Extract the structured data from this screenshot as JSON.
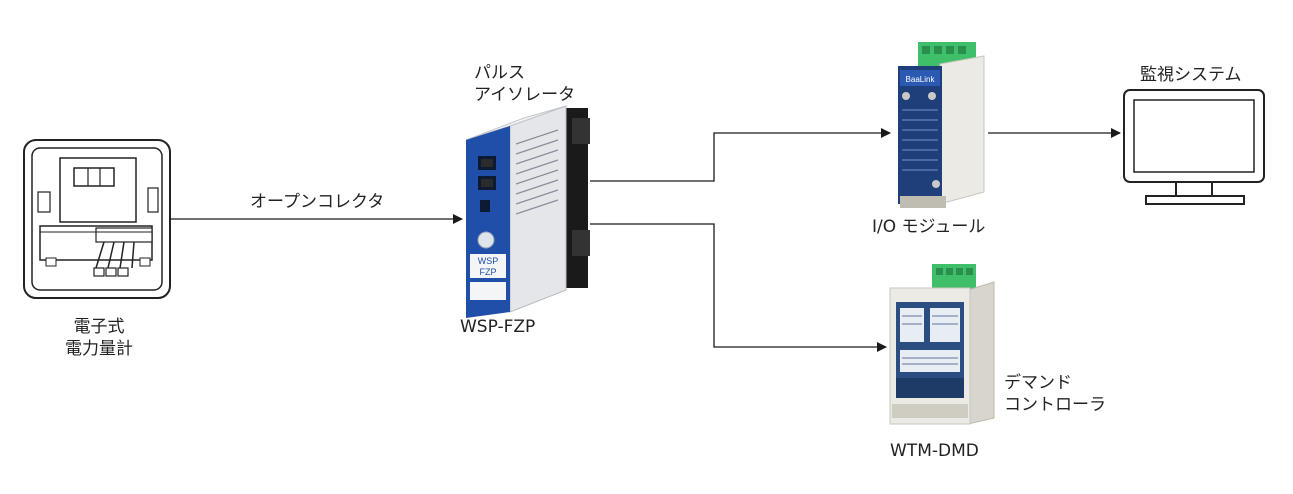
{
  "diagram": {
    "nodes": {
      "meter": {
        "label_line1": "電子式",
        "label_line2": "電力量計"
      },
      "isolator": {
        "label_line1": "パルス",
        "label_line2": "アイソレータ",
        "model": "WSP-FZP",
        "panel_text_1": "WSP",
        "panel_text_2": "FZP"
      },
      "io_module": {
        "label": "I/O モジュール",
        "brand": "BaaLink"
      },
      "demand": {
        "label_line1": "デマンド",
        "label_line2": "コントローラ",
        "model": "WTM-DMD"
      },
      "monitor": {
        "label": "監視システム"
      }
    },
    "edges": {
      "meter_to_isolator": {
        "label": "オープンコレクタ"
      }
    }
  },
  "colors": {
    "line": "#1a1a1a",
    "isolator_blue": "#1f4fa8",
    "module_blue": "#1e3f7a",
    "housing": "#eceae4",
    "terminal_green": "#3fbf6a"
  }
}
